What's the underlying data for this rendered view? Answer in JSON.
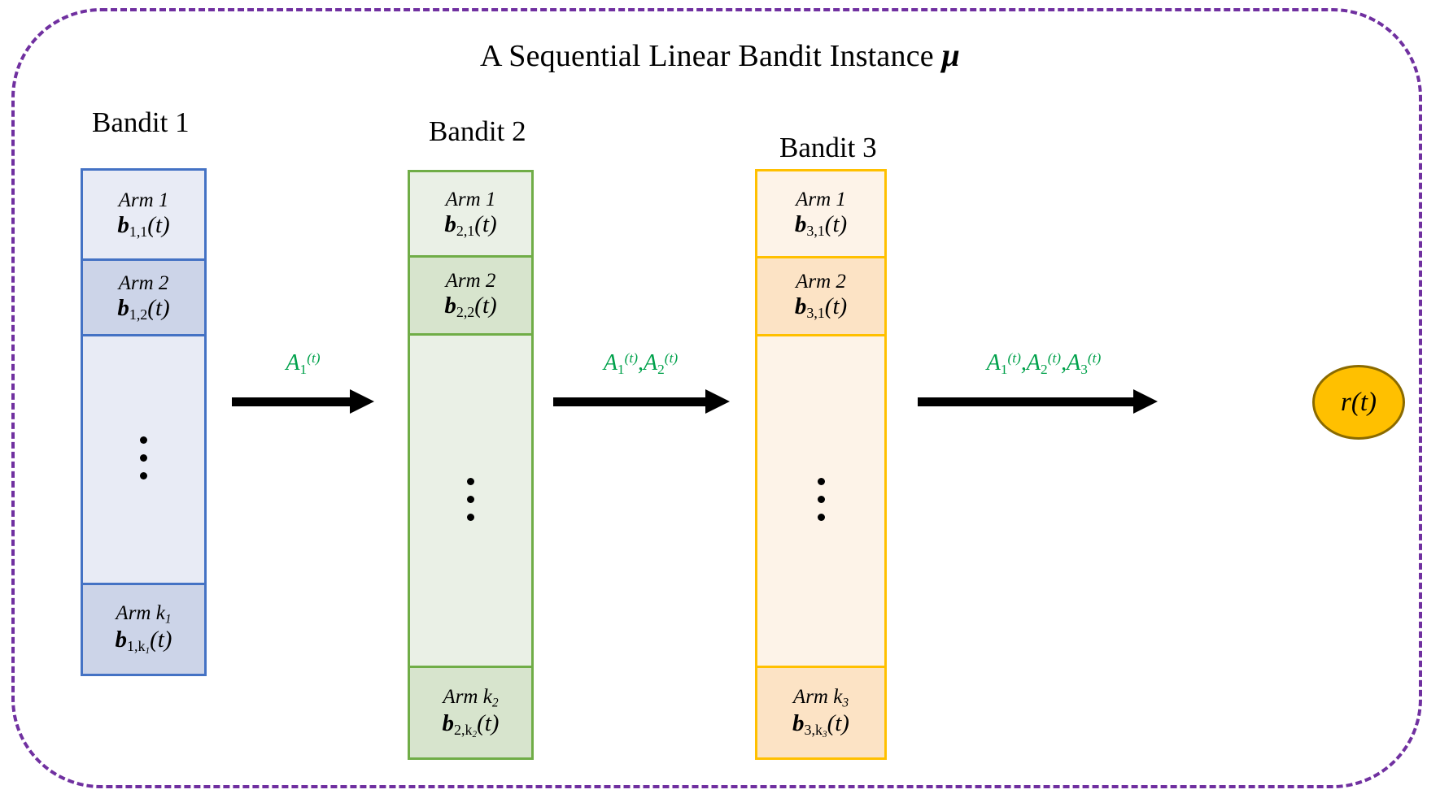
{
  "title": {
    "text": "A Sequential Linear Bandit Instance ",
    "symbol": "μ"
  },
  "colors": {
    "outer_border": "#7030a0",
    "bandit1_border": "#4472c4",
    "bandit1_fill_light": "#e8ebf5",
    "bandit1_fill_dark": "#ccd4e8",
    "bandit2_border": "#70ad47",
    "bandit2_fill_light": "#eaf0e6",
    "bandit2_fill_dark": "#d7e4cd",
    "bandit3_border": "#ffc000",
    "bandit3_fill_light": "#fdf3e8",
    "bandit3_fill_dark": "#fce3c5",
    "arrow_label": "#00a14b",
    "arrow": "#000000",
    "reward_fill": "#ffc000",
    "reward_border": "#8a6a00"
  },
  "bandits": [
    {
      "header": "Bandit 1",
      "arms": [
        {
          "label": "Arm 1",
          "label_sub": "",
          "vector": "b",
          "sub1": "1,1",
          "sub_k": "",
          "arg": "(t)"
        },
        {
          "label": "Arm 2",
          "label_sub": "",
          "vector": "b",
          "sub1": "1,2",
          "sub_k": "",
          "arg": "(t)"
        },
        {
          "label": "Arm k",
          "label_sub": "1",
          "vector": "b",
          "sub1": "1,k",
          "sub_k": "1",
          "arg": "(t)"
        }
      ]
    },
    {
      "header": "Bandit 2",
      "arms": [
        {
          "label": "Arm 1",
          "label_sub": "",
          "vector": "b",
          "sub1": "2,1",
          "sub_k": "",
          "arg": "(t)"
        },
        {
          "label": "Arm 2",
          "label_sub": "",
          "vector": "b",
          "sub1": "2,2",
          "sub_k": "",
          "arg": "(t)"
        },
        {
          "label": "Arm k",
          "label_sub": "2",
          "vector": "b",
          "sub1": "2,k",
          "sub_k": "2",
          "arg": "(t)"
        }
      ]
    },
    {
      "header": "Bandit 3",
      "arms": [
        {
          "label": "Arm 1",
          "label_sub": "",
          "vector": "b",
          "sub1": "3,1",
          "sub_k": "",
          "arg": "(t)"
        },
        {
          "label": "Arm 2",
          "label_sub": "",
          "vector": "b",
          "sub1": "3,1",
          "sub_k": "",
          "arg": "(t)"
        },
        {
          "label": "Arm k",
          "label_sub": "3",
          "vector": "b",
          "sub1": "3,k",
          "sub_k": "3",
          "arg": "(t)"
        }
      ]
    }
  ],
  "arrows": [
    {
      "name": "arrow-bandit1-to-bandit2",
      "actions": [
        {
          "base": "A",
          "sub": "1",
          "sup": "(t)"
        }
      ]
    },
    {
      "name": "arrow-bandit2-to-bandit3",
      "actions": [
        {
          "base": "A",
          "sub": "1",
          "sup": "(t)"
        },
        {
          "base": "A",
          "sub": "2",
          "sup": "(t)"
        }
      ]
    },
    {
      "name": "arrow-bandit3-to-reward",
      "actions": [
        {
          "base": "A",
          "sub": "1",
          "sup": "(t)"
        },
        {
          "base": "A",
          "sub": "2",
          "sup": "(t)"
        },
        {
          "base": "A",
          "sub": "3",
          "sup": "(t)"
        }
      ]
    }
  ],
  "reward": {
    "label": "r(t)"
  }
}
